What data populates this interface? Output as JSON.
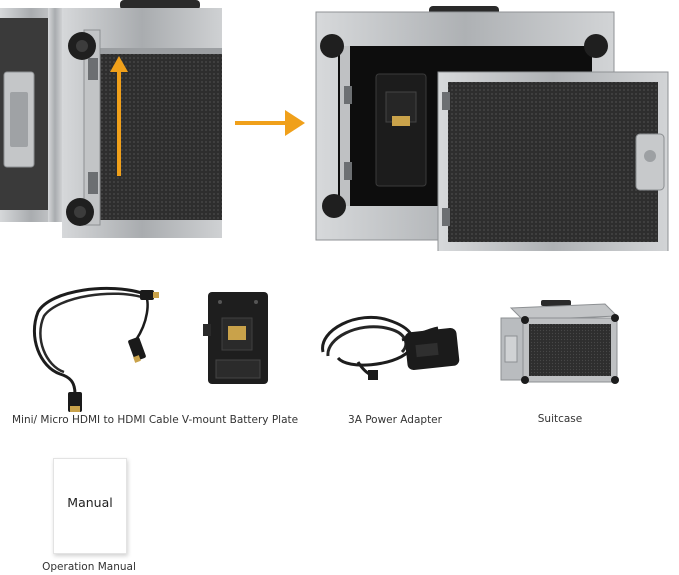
{
  "colors": {
    "arrow": "#f0a01a",
    "case_frame": "#b9bcbf",
    "panel": "#2b2b2b",
    "background": "#ffffff"
  },
  "items": [
    {
      "id": "hdmi-cable",
      "label": "Mini/ Micro HDMI to HDMI Cable",
      "icon": "hdmi-cable-icon"
    },
    {
      "id": "battery-plate",
      "label": "V-mount Battery Plate",
      "icon": "battery-plate-icon"
    },
    {
      "id": "power-adapter",
      "label": "3A Power Adapter",
      "icon": "power-adapter-icon"
    },
    {
      "id": "suitcase",
      "label": "Suitcase",
      "icon": "suitcase-icon"
    },
    {
      "id": "manual",
      "label": "Operation Manual",
      "card_text": "Manual",
      "icon": "manual-icon"
    }
  ]
}
